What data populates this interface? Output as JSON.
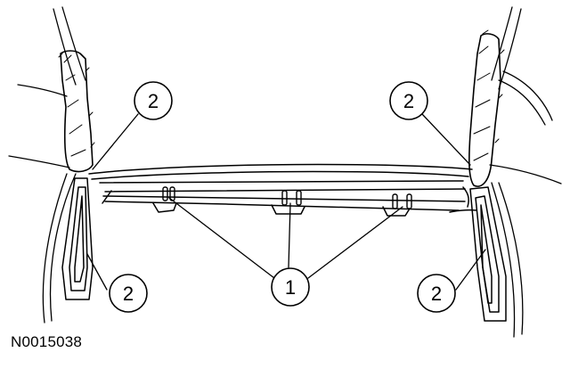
{
  "figure_id": "N0015038",
  "callouts": [
    "2",
    "2",
    "2",
    "2",
    "1"
  ],
  "colors": {
    "line": "#000000",
    "background": "#ffffff"
  }
}
